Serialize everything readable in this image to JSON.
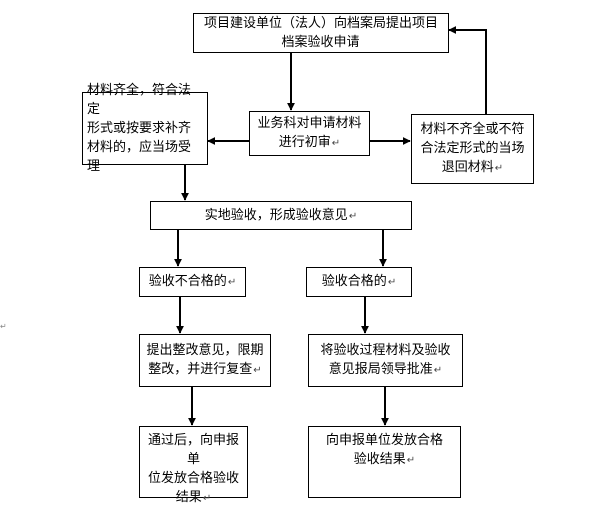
{
  "nodes": {
    "apply": {
      "text": "项目建设单位（法人）向档案局提出项目\n档案验收申请",
      "mark": ""
    },
    "review": {
      "text": "业务科对申请材料\n进行初审",
      "mark": "↵"
    },
    "accept": {
      "text": "材料齐全，符合法定\n形式或按要求补齐\n材料的，应当场受理",
      "mark": ""
    },
    "reject": {
      "text": "材料不齐全或不符\n合法定形式的当场\n退回材料",
      "mark": "↵"
    },
    "inspect": {
      "text": "实地验收，形成验收意见",
      "mark": "↵"
    },
    "fail": {
      "text": "验收不合格的",
      "mark": "↵"
    },
    "pass": {
      "text": "验收合格的",
      "mark": "↵"
    },
    "rectify": {
      "text": "提出整改意见，限期\n整改，并进行复查",
      "mark": "↵"
    },
    "report": {
      "text": "将验收过程材料及验收\n意见报局领导批准",
      "mark": "↵"
    },
    "issue_after": {
      "text": "通过后，向申报单\n位发放合格验收\n结果",
      "mark": "↵"
    },
    "issue": {
      "text": "向申报单位发放合格\n验收结果",
      "mark": "↵"
    }
  },
  "stray_mark": "↵",
  "colors": {
    "line": "#000000",
    "border": "#000000",
    "background": "#ffffff"
  }
}
